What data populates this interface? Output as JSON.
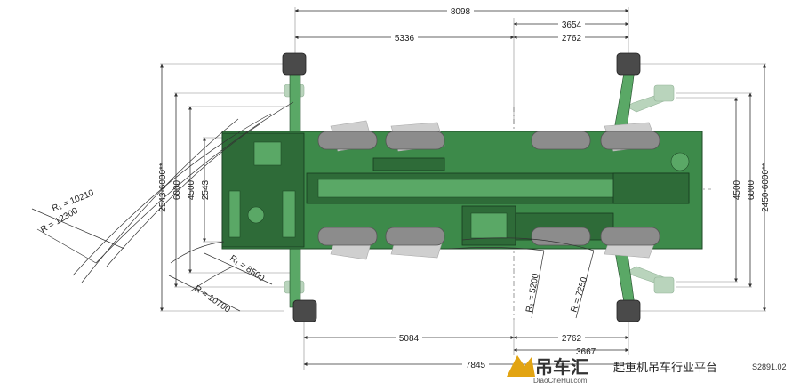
{
  "dimensions": {
    "top_total": "8098",
    "top_right_upper": "3654",
    "top_left": "5336",
    "top_right_lower": "2762",
    "bottom_left": "5084",
    "bottom_right": "2762",
    "bottom_total": "7845",
    "bottom_right_extra": "3667",
    "left_outer": "2543-6000**",
    "left_6000": "6000",
    "left_4500": "4500",
    "left_2543": "2543",
    "right_4500": "4500",
    "right_6000": "6000",
    "right_outer": "2450-6000**"
  },
  "radii": {
    "r1_10210": "R₁ = 10210",
    "r_12300": "R = 12300",
    "r1_8500": "R₁ = 8500",
    "r_10700": "R = 10700",
    "r1_5200": "R₁ = 5200",
    "r_7250": "R = 7250"
  },
  "footer": {
    "brand_cn": "吊车汇",
    "brand_url": "DiaoCheHui.com",
    "slogan": "起重机吊车行业平台",
    "code": "S2891.02"
  },
  "colors": {
    "crane_body": "#3d8a4a",
    "brand": "#e2a412"
  }
}
